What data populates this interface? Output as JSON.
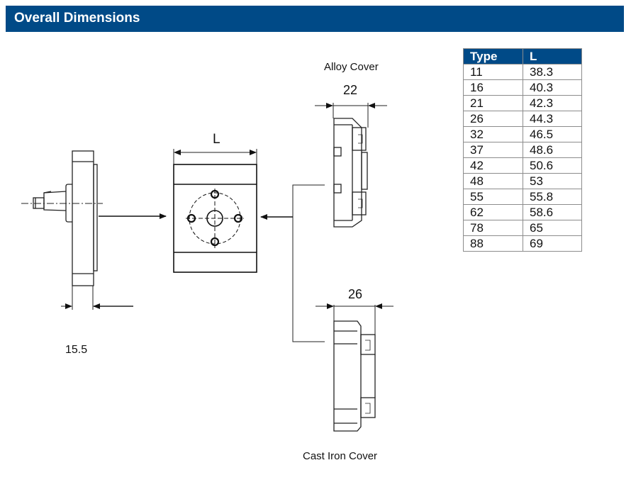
{
  "header": {
    "title": "Overall Dimensions"
  },
  "drawing": {
    "labels": {
      "alloy_cover": "Alloy Cover",
      "cast_iron_cover": "Cast Iron Cover",
      "dim_alloy": "22",
      "dim_cast_iron": "26",
      "dim_L": "L",
      "dim_flange": "15.5"
    }
  },
  "table": {
    "headers": [
      "Type",
      "L"
    ],
    "rows": [
      [
        "11",
        "38.3"
      ],
      [
        "16",
        "40.3"
      ],
      [
        "21",
        "42.3"
      ],
      [
        "26",
        "44.3"
      ],
      [
        "32",
        "46.5"
      ],
      [
        "37",
        "48.6"
      ],
      [
        "42",
        "50.6"
      ],
      [
        "48",
        "53"
      ],
      [
        "55",
        "55.8"
      ],
      [
        "62",
        "58.6"
      ],
      [
        "78",
        "65"
      ],
      [
        "88",
        "69"
      ]
    ]
  }
}
